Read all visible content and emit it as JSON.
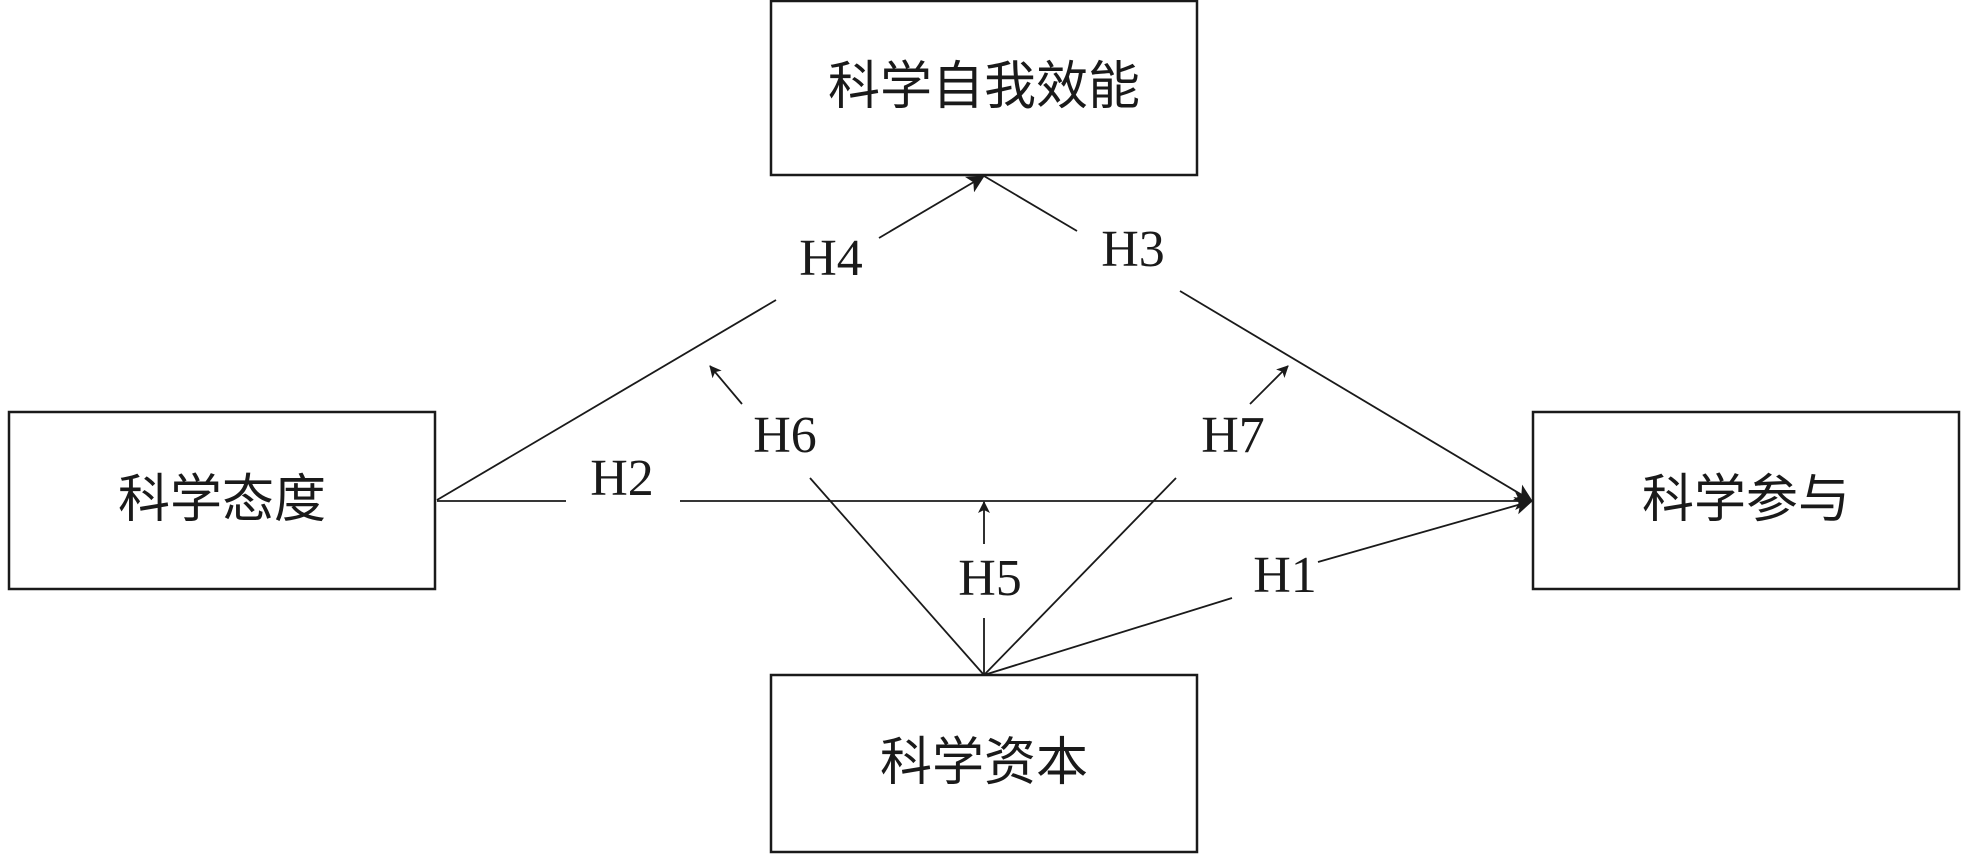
{
  "nodes": {
    "self_efficacy": "科学自我效能",
    "attitude": "科学态度",
    "participation": "科学参与",
    "capital": "科学资本"
  },
  "hypotheses": {
    "h1": "H1",
    "h2": "H2",
    "h3": "H3",
    "h4": "H4",
    "h5": "H5",
    "h6": "H6",
    "h7": "H7"
  },
  "colors": {
    "line": "#1a1a1a",
    "box_border": "#1a1a1a",
    "background": "#ffffff"
  }
}
